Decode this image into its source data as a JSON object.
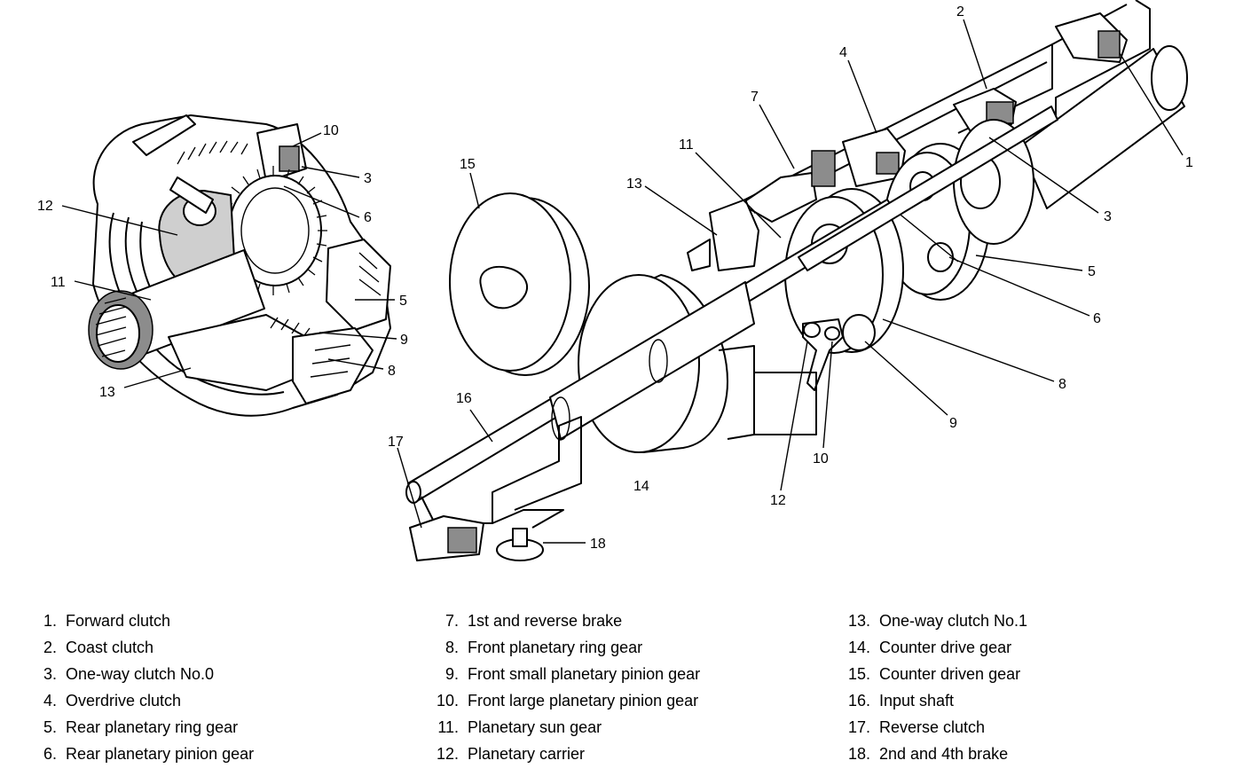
{
  "callouts": {
    "left": [
      "10",
      "3",
      "6",
      "12",
      "11",
      "5",
      "9",
      "8",
      "13"
    ],
    "main": [
      "2",
      "4",
      "1",
      "7",
      "11",
      "3",
      "13",
      "15",
      "5",
      "6",
      "8",
      "9",
      "10",
      "12",
      "14",
      "16",
      "17",
      "18"
    ]
  },
  "legend": {
    "col1": [
      {
        "num": "1.",
        "text": "Forward clutch"
      },
      {
        "num": "2.",
        "text": "Coast clutch"
      },
      {
        "num": "3.",
        "text": "One-way clutch No.0"
      },
      {
        "num": "4.",
        "text": "Overdrive clutch"
      },
      {
        "num": "5.",
        "text": "Rear planetary ring gear"
      },
      {
        "num": "6.",
        "text": "Rear planetary pinion gear"
      }
    ],
    "col2": [
      {
        "num": "7.",
        "text": "1st and reverse brake"
      },
      {
        "num": "8.",
        "text": "Front planetary ring gear"
      },
      {
        "num": "9.",
        "text": "Front small planetary pinion gear"
      },
      {
        "num": "10.",
        "text": "Front large planetary pinion gear"
      },
      {
        "num": "11.",
        "text": "Planetary sun gear"
      },
      {
        "num": "12.",
        "text": "Planetary carrier"
      }
    ],
    "col3": [
      {
        "num": "13.",
        "text": "One-way clutch No.1"
      },
      {
        "num": "14.",
        "text": "Counter drive gear"
      },
      {
        "num": "15.",
        "text": "Counter driven gear"
      },
      {
        "num": "16.",
        "text": "Input shaft"
      },
      {
        "num": "17.",
        "text": "Reverse clutch"
      },
      {
        "num": "18.",
        "text": "2nd and 4th brake"
      }
    ]
  }
}
